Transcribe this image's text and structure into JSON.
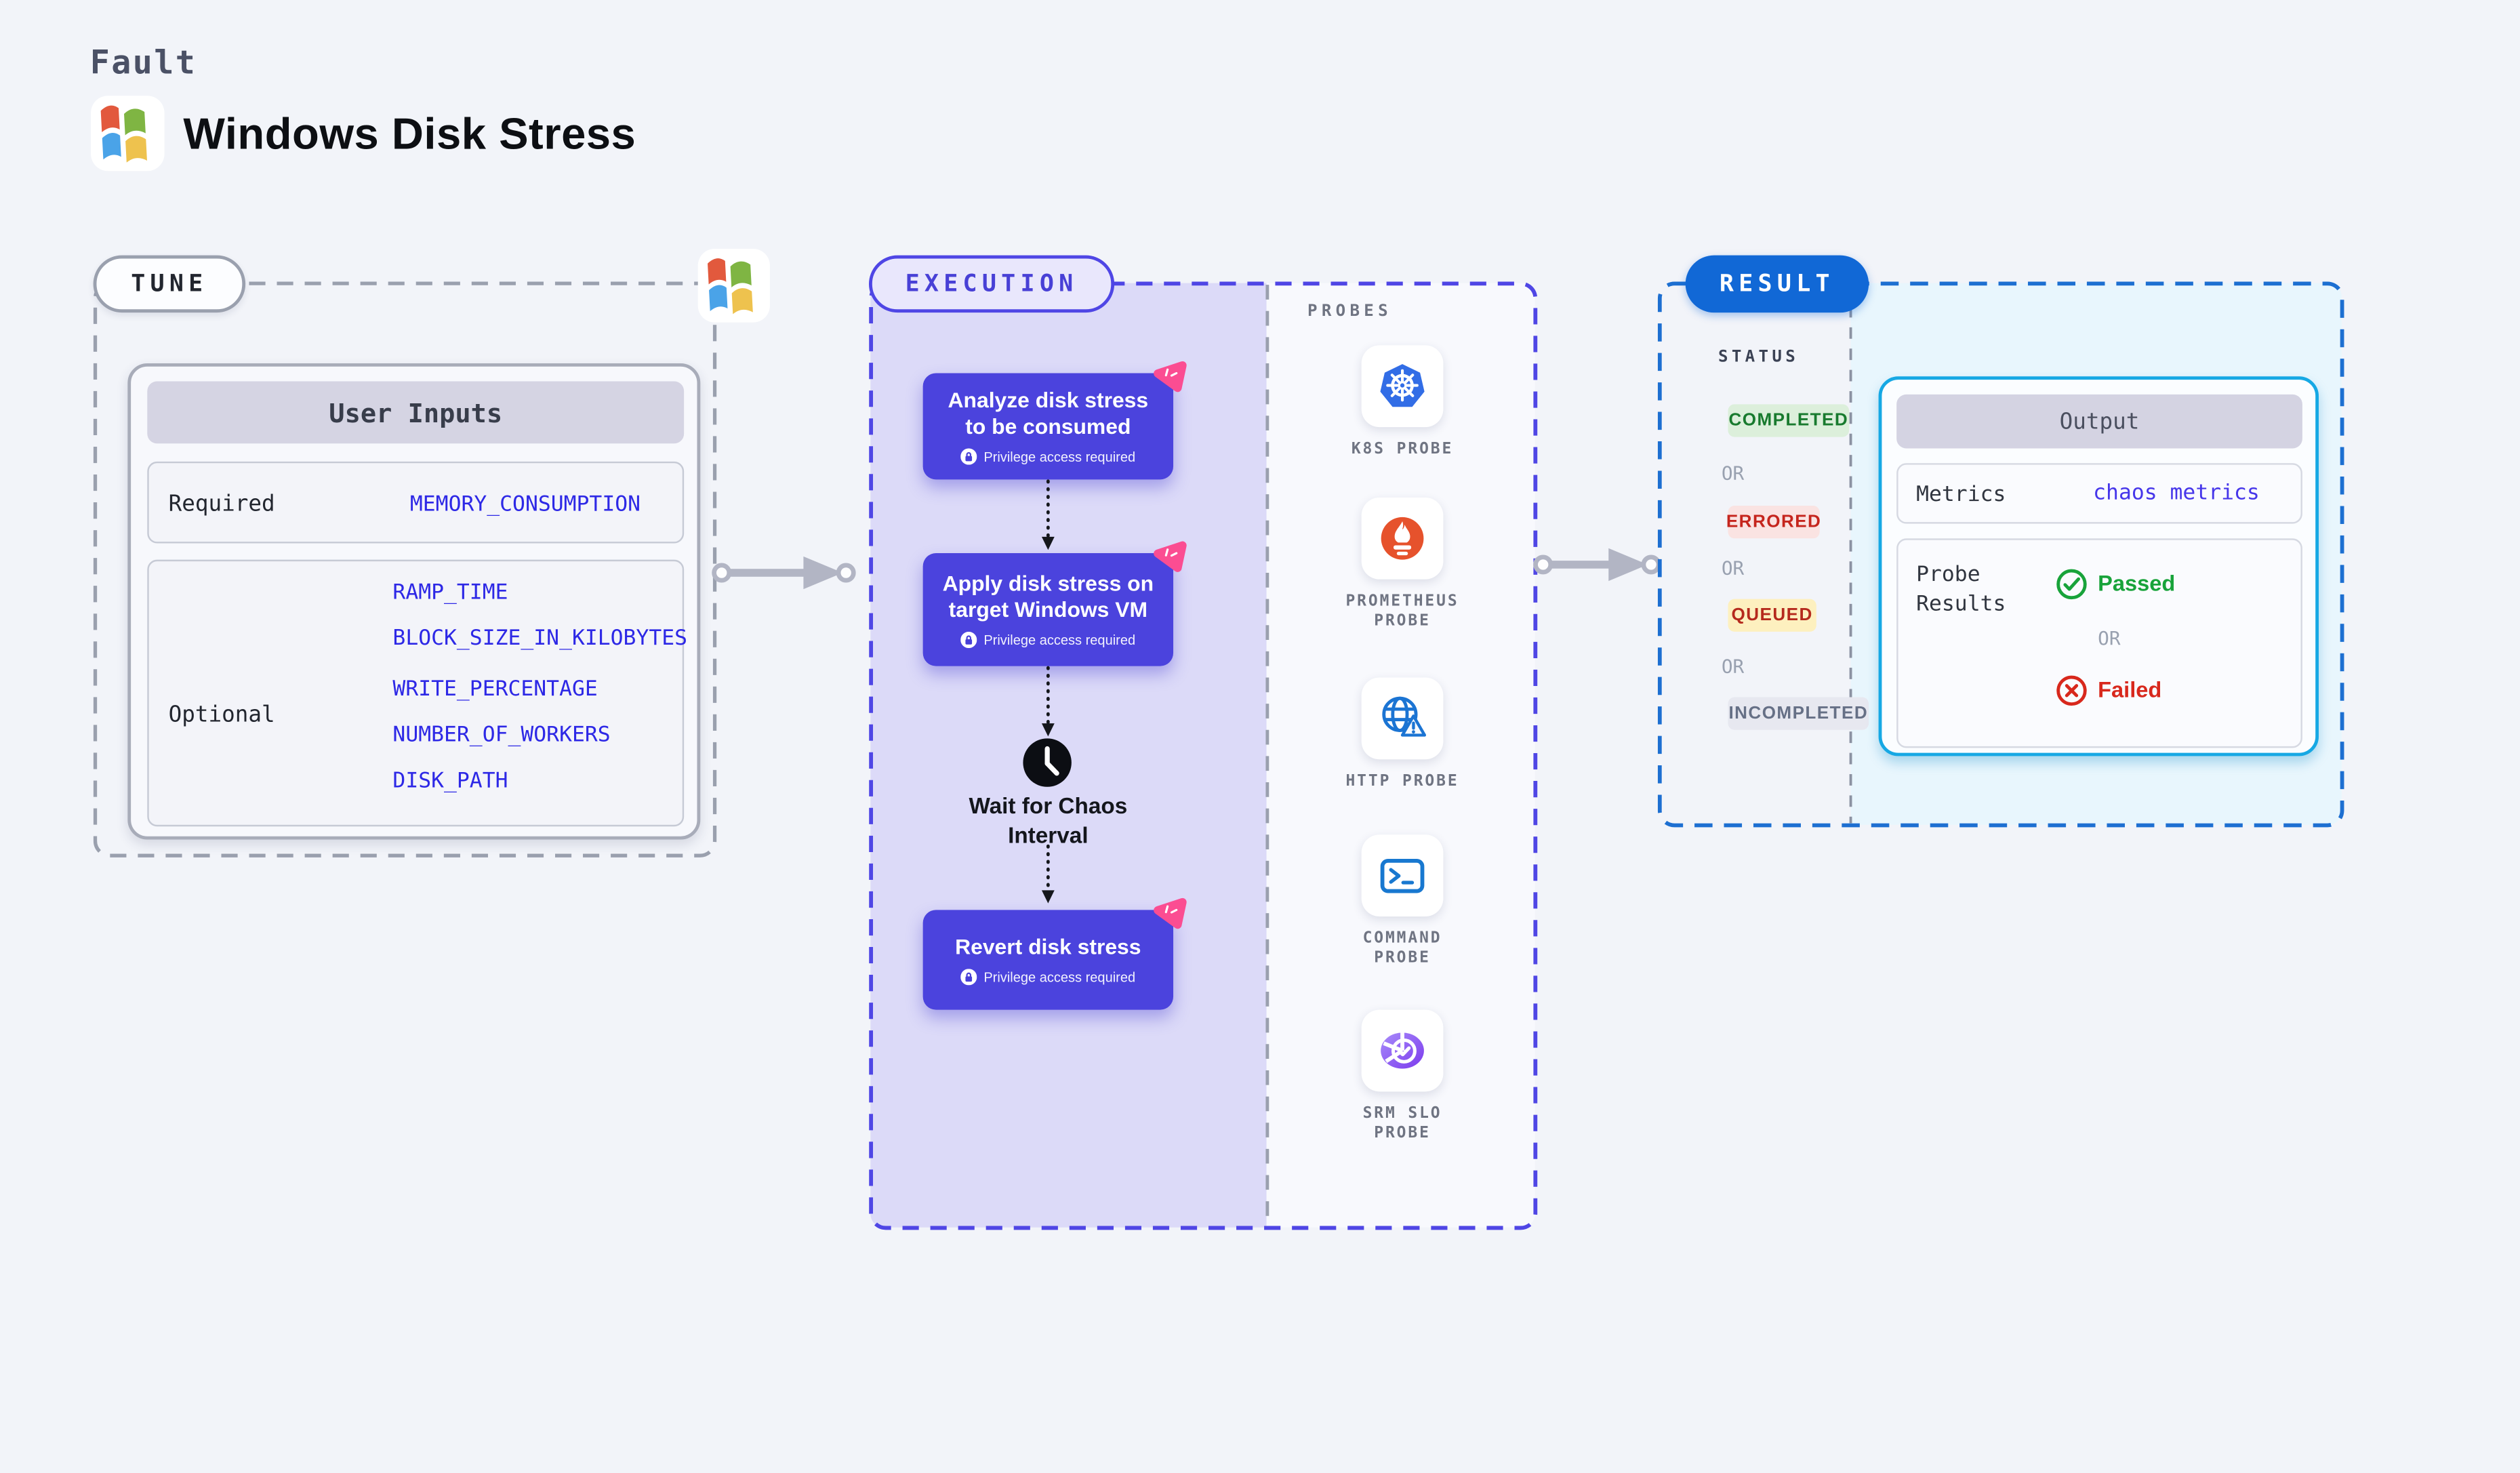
{
  "header": {
    "eyebrow": "Fault",
    "title": "Windows Disk Stress",
    "logo_icon": "windows-flag-icon"
  },
  "tune": {
    "label": "TUNE",
    "table_title": "User Inputs",
    "required_label": "Required",
    "required_inputs": [
      "MEMORY_CONSUMPTION"
    ],
    "optional_label": "Optional",
    "optional_inputs": [
      "RAMP_TIME",
      "BLOCK_SIZE_IN_KILOBYTES",
      "WRITE_PERCENTAGE",
      "NUMBER_OF_WORKERS",
      "DISK_PATH"
    ]
  },
  "execution": {
    "label": "EXECUTION",
    "privilege_label": "Privilege access required",
    "privilege_icon": "lock-icon",
    "step_corner_icon": "chaos-badge-icon",
    "steps": [
      {
        "lines": [
          "Analyze disk stress",
          "to be consumed"
        ]
      },
      {
        "lines": [
          "Apply disk stress on",
          "target Windows VM"
        ]
      },
      {
        "lines": [
          "Revert disk stress"
        ]
      }
    ],
    "wait_icon": "clock-icon",
    "wait_lines": [
      "Wait for Chaos",
      "Interval"
    ]
  },
  "probes": {
    "label": "PROBES",
    "items": [
      {
        "name": "K8S PROBE",
        "icon": "kubernetes-icon"
      },
      {
        "name": "PROMETHEUS PROBE",
        "icon": "prometheus-icon"
      },
      {
        "name": "HTTP PROBE",
        "icon": "http-globe-warning-icon"
      },
      {
        "name": "COMMAND PROBE",
        "icon": "terminal-icon"
      },
      {
        "name": "SRM SLO PROBE",
        "icon": "srm-slo-icon"
      }
    ]
  },
  "result": {
    "label": "RESULT",
    "status_label": "STATUS",
    "or_label": "OR",
    "statuses": [
      {
        "label": "COMPLETED",
        "bg": "#dcefdb",
        "color": "#187a2e"
      },
      {
        "label": "ERRORED",
        "bg": "#fae3e2",
        "color": "#c5251d"
      },
      {
        "label": "QUEUED",
        "bg": "#fdf0bf",
        "color": "#b52a1d"
      },
      {
        "label": "INCOMPLETED",
        "bg": "#e7e8f0",
        "color": "#667086"
      }
    ],
    "output": {
      "title": "Output",
      "metrics_label": "Metrics",
      "metrics_value": "chaos metrics",
      "probe_results_label": "Probe Results",
      "passed_label": "Passed",
      "passed_icon": "check-circle-icon",
      "failed_label": "Failed",
      "failed_icon": "x-circle-icon"
    }
  },
  "colors": {
    "page_bg": "#f2f4f9",
    "indigo_accent": "#4f46e5",
    "step_box": "#4b43dd",
    "purple_fill": "#dcdaf8",
    "pink_badge": "#fb4d92",
    "result_blue": "#1168d6",
    "cyan_border": "#16a8e4",
    "cyan_fill": "#e8f6fd",
    "value_blue": "#2d28e6",
    "green": "#18a33a",
    "red": "#d8281c",
    "kubernetes_blue": "#326de6",
    "prometheus_orange": "#e6522c"
  }
}
